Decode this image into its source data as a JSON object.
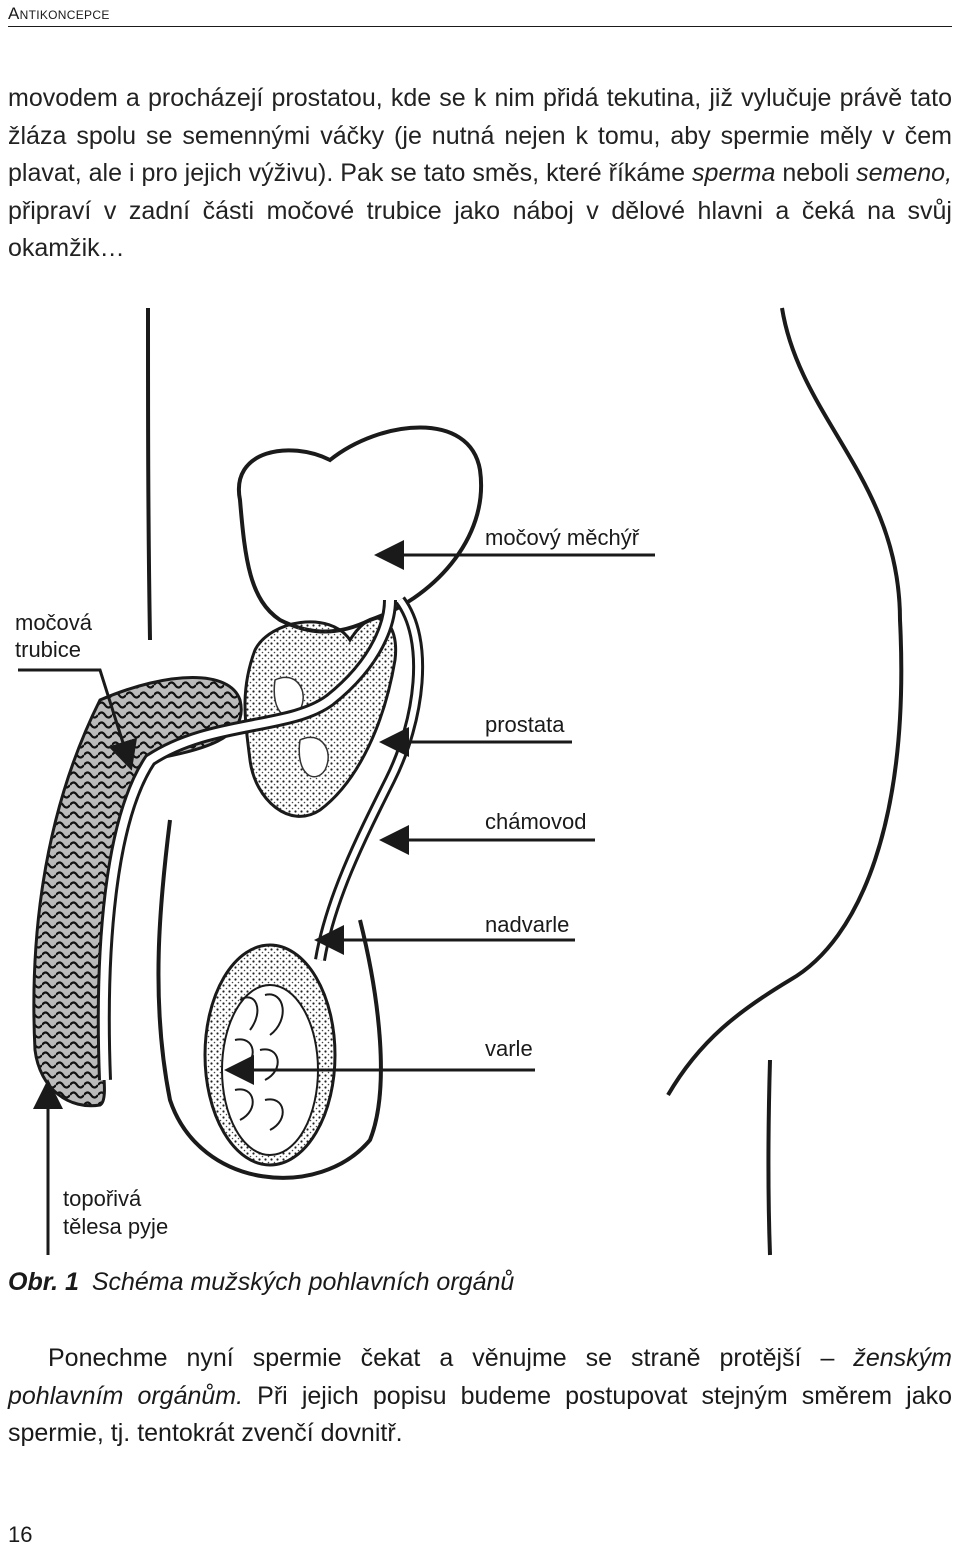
{
  "running_head": "Antikoncepce",
  "paragraph1": {
    "part1": "movodem a procházejí prostatou, kde se k nim přidá tekutina, již vylučuje právě tato žláza spolu se semennými váčky (je nutná nejen k tomu, aby spermie měly v čem plavat, ale i pro jejich výživu). Pak se tato směs, které říkáme ",
    "em1": "sperma",
    "part2": " neboli ",
    "em2": "semeno,",
    "part3": " připraví v zadní části močové trubice jako náboj v dělové hlavni a čeká na svůj okamžik…"
  },
  "figure": {
    "labels": {
      "mocovy_mechyr": "močový měchýř",
      "mocova_trubice_line1": "močová",
      "mocova_trubice_line2": "trubice",
      "prostata": "prostata",
      "chamovod": "chámovod",
      "nadvarle": "nadvarle",
      "varle": "varle",
      "toporiva_line1": "topořivá",
      "toporiva_line2": "tělesa pyje"
    }
  },
  "caption": {
    "number": "Obr. 1",
    "text": "Schéma mužských pohlavních orgánů"
  },
  "paragraph2": {
    "part1": "Ponechme nyní spermie čekat a věnujme se straně protější – ",
    "em1": "ženským pohlavním orgánům.",
    "part2": " Při jejich popisu budeme postupovat stejným směrem jako spermie, tj. tentokrát zvenčí dovnitř."
  },
  "page_number": "16"
}
